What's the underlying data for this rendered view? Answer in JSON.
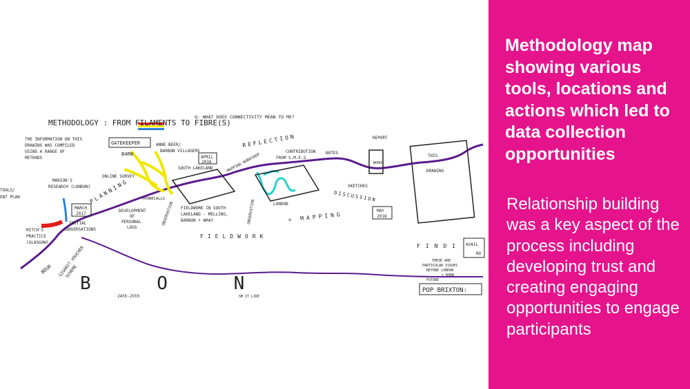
{
  "panel": {
    "heading": "Methodology map showing various tools, locations and actions which led to data collection opportunities",
    "body": "Relationship building was a key aspect of the process including developing trust and creating engaging opportunities to engage participants",
    "background": "#e5138c",
    "text_color": "#ffffff"
  },
  "drawing": {
    "title": "METHODOLOGY : FROM FILAMENTS TO FIBRE(S)",
    "question": "Q: WHAT DOES CONNECTIVITY MEAN TO ME?",
    "intro_note": [
      "THE INFORMATION ON THIS",
      "DRAWING WAS COMPILED",
      "USING A RANGE OF",
      "METHODS"
    ],
    "left_edge_notes": [
      "TOOLS/",
      "ENT PLAN"
    ],
    "marions_research": [
      "MARION'S",
      "RESEARCH (LONDON)"
    ],
    "date_march": [
      "MARCH",
      "2017"
    ],
    "initial_conversations": [
      "INITIAL",
      "CONVERSATIONS"
    ],
    "mitchs_practice": [
      "MITCH'S",
      "PRACTICE",
      "(GLASGOW)"
    ],
    "bduk": "BDUK",
    "gigabit_voucher": [
      "GIGABIT VOUCHER",
      "SCHEME"
    ],
    "gatekeeper": "GATEKEEPER",
    "barn": "B4RN",
    "anne_beer": [
      "ANNE BEER/",
      "BARBON VILLAGERS"
    ],
    "online_survey": "ONLINE SURVEY",
    "planning": "PLANNING",
    "development_personal_logs": [
      "DEVELOPMENT",
      "OF",
      "PERSONAL",
      "LOGS"
    ],
    "phone_calls": "PHONECALLS",
    "date_april": [
      "APRIL",
      "2018"
    ],
    "south_lakeland": "SOUTH LAKELAND",
    "fieldwork_south_lakeland": [
      "FIELDWORK IN SOUTH",
      "LAKELAND - MELLING,",
      "BARBON + WRAY"
    ],
    "observation": "OBSERVATION",
    "reflection": "REFLECTION",
    "mapping_workshop": "MAPPING WORKSHOP",
    "contribution": [
      "CONTRIBUTION",
      "FROM S.M.E.S"
    ],
    "london": "LONDON",
    "notes": "NOTES",
    "sketches": "SKETCHES",
    "report": "REPORT",
    "words": "WORDS",
    "discussion": "DISCUSSION",
    "date_may": [
      "MAY",
      "2018"
    ],
    "fieldwork": "FIELDWORK",
    "mapping": "+ MAPPING",
    "this_drawing": [
      "THIS",
      "DRAWING"
    ],
    "findings": "FINDI",
    "available": [
      "AVAIL",
      "NO"
    ],
    "these_are": [
      "THESE ARE",
      "PARTICULAR ISSUES",
      "BEYOND LONDON",
      "+ B4RN"
    ],
    "future": "FUTURE",
    "pop_brixton": "POP BRIXTON:",
    "big_letters": "B O N",
    "dates_bottom": "24th-25th",
    "sm_like": "SM IT LIKE",
    "colors": {
      "timeline": "#5a1a8c",
      "red": "#e11d1d",
      "blue": "#2a7fd8",
      "yellow": "#f2e600",
      "cyan": "#25d0d0",
      "ink": "#222222"
    }
  }
}
